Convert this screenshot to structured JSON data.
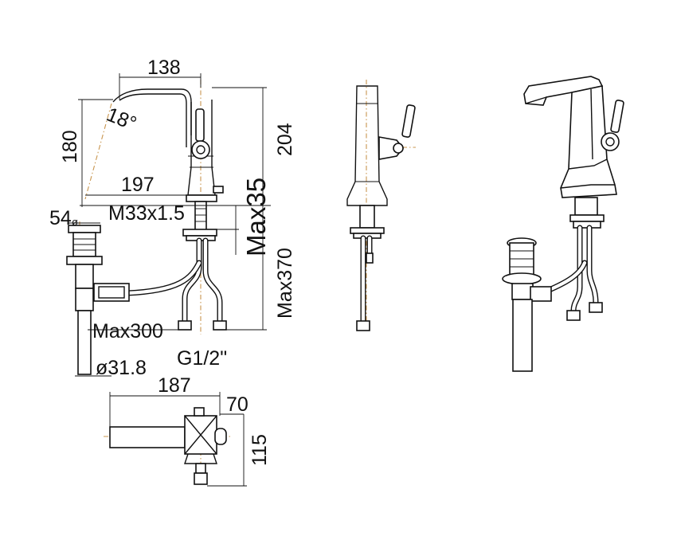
{
  "dimensions": {
    "spout_reach": "138",
    "spout_height": "180",
    "spout_angle": "18°",
    "total_height": "204",
    "base_length": "197",
    "thread": "M33x1.5",
    "max_deck_thickness": "Max35",
    "max_hose_length": "Max370",
    "drain_top_diameter": "54",
    "drain_diameter_symbol": "ø",
    "max_drain_reach": "Max300",
    "inlet_thread": "G1/2\"",
    "drain_pipe_diameter": "ø31.8",
    "top_view_length": "187",
    "top_view_width": "70",
    "top_view_depth": "115"
  }
}
